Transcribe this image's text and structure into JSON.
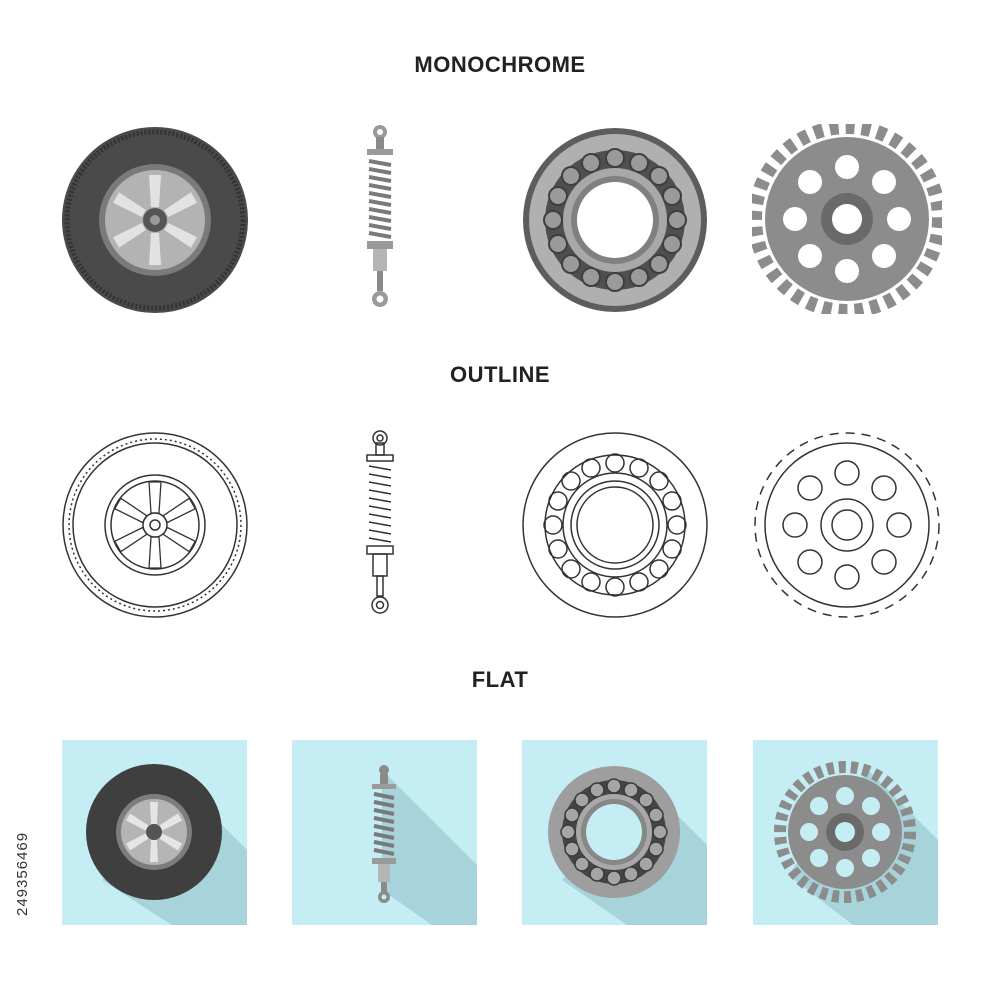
{
  "sections": {
    "monochrome": {
      "title": "MONOCHROME"
    },
    "outline": {
      "title": "OUTLINE"
    },
    "flat": {
      "title": "FLAT"
    }
  },
  "icons": [
    "tire-wheel-icon",
    "shock-absorber-icon",
    "ball-bearing-icon",
    "gear-icon"
  ],
  "stock_id": "249356469",
  "colors": {
    "tire": "#4a4a4a",
    "rim": "#9a9a9a",
    "metal_light": "#c8c8c8",
    "metal_dark": "#6e6e6e",
    "outline_stroke": "#333333",
    "flat_tile": "#c4eef3",
    "flat_shadow": "#a7d3da"
  }
}
